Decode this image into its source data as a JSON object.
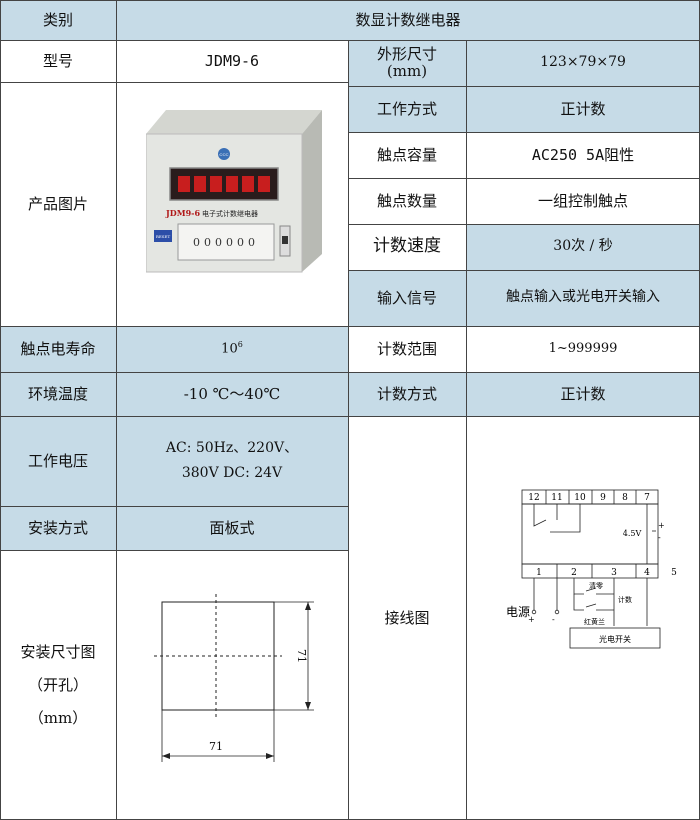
{
  "header": {
    "category_label": "类别",
    "category_value": "数显计数继电器"
  },
  "rows": {
    "model": {
      "label": "型号",
      "value": "JDM9-6"
    },
    "dimensions": {
      "label_line1": "外形尺寸",
      "label_line2": "(mm)",
      "value": "123×79×79"
    },
    "work_mode": {
      "label": "工作方式",
      "value": "正计数"
    },
    "contact_capacity": {
      "label": "触点容量",
      "value": "AC250  5A阻性"
    },
    "contact_count": {
      "label": "触点数量",
      "value": "一组控制触点"
    },
    "count_speed": {
      "label": "计数速度",
      "value": "30次 / 秒"
    },
    "input_signal": {
      "label": "输入信号",
      "value": "触点输入或光电开关输入"
    },
    "product_image": {
      "label": "产品图片"
    },
    "contact_life": {
      "label": "触点电寿命",
      "value_base": "10",
      "value_exp": "6"
    },
    "count_range": {
      "label": "计数范围",
      "value": "1~999999"
    },
    "ambient_temp": {
      "label": "环境温度",
      "value": "-10 ℃～40℃"
    },
    "count_mode": {
      "label": "计数方式",
      "value": "正计数"
    },
    "work_voltage": {
      "label": "工作电压",
      "value_line1": "AC: 50Hz、220V、",
      "value_line2": "380V DC: 24V"
    },
    "install_mode": {
      "label": "安装方式",
      "value": "面板式"
    },
    "wiring": {
      "label": "接线图"
    },
    "cutout": {
      "label_line1": "安装尺寸图",
      "label_line2": "（开孔）",
      "label_line3": "（mm）",
      "dim_h": "71",
      "dim_v": "71"
    }
  },
  "device": {
    "brand": "JDM9-6",
    "name": "电子式计数继电器",
    "reset_label": "RESET",
    "digits": "000000",
    "logo_text": "CCC"
  },
  "wiring_diagram": {
    "top_terminals": [
      "12",
      "11",
      "10",
      "9",
      "8",
      "7"
    ],
    "bottom_terminals": [
      "1",
      "2",
      "3",
      "4",
      "5"
    ],
    "voltage": "4.5V",
    "plus": "+",
    "minus": "-",
    "power_label": "电源",
    "clear_label": "清零",
    "count_label": "计数",
    "red_yellow_blue": "红黄兰",
    "photo_switch": "光电开关"
  }
}
